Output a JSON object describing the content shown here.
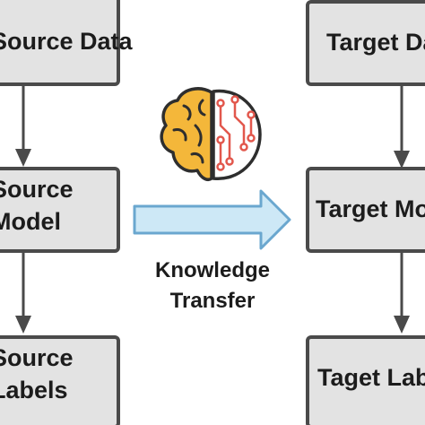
{
  "source_column": {
    "data_label": "Source Data",
    "model_label_line1": "Source",
    "model_label_line2": "Model",
    "labels_label_line1": "Source",
    "labels_label_line2": "Labels"
  },
  "target_column": {
    "data_label": "Target Data",
    "model_label": "Target Model",
    "labels_label": "Taget Labels"
  },
  "transfer": {
    "caption_line1": "Knowledge",
    "caption_line2": "Transfer",
    "icon": "brain-circuit-icon"
  },
  "colors": {
    "box_fill": "#e3e3e3",
    "box_stroke": "#4a4a4a",
    "transfer_arrow_fill": "#cde8f6",
    "transfer_arrow_stroke": "#6aa7cf",
    "brain_left": "#f4b73a",
    "brain_circuit": "#e2574c"
  }
}
